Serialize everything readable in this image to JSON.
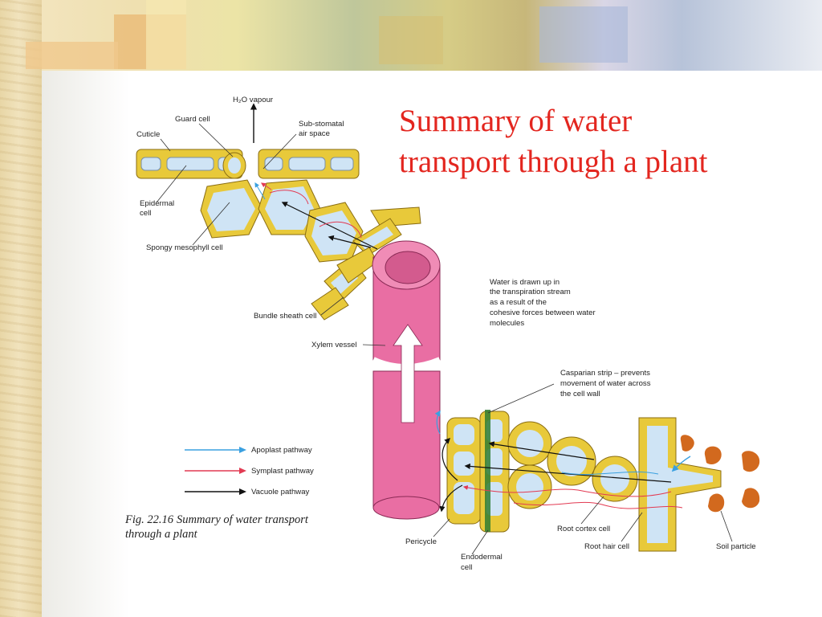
{
  "slide": {
    "title_line1": "Summary of water",
    "title_line2": "transport through a plant"
  },
  "diagram": {
    "labels": {
      "h2o_vapour": "H₂O vapour",
      "guard_cell": "Guard cell",
      "cuticle": "Cuticle",
      "sub_stomatal_1": "Sub-stomatal",
      "sub_stomatal_2": "air space",
      "epidermal_1": "Epidermal",
      "epidermal_2": "cell",
      "spongy_mesophyll": "Spongy mesophyll cell",
      "water_drawn_1": "Water is drawn up in",
      "water_drawn_2": "the transpiration stream",
      "water_drawn_3": "as a result of the",
      "water_drawn_4": "cohesive forces between water",
      "water_drawn_5": "molecules",
      "bundle_sheath": "Bundle sheath cell",
      "xylem_vessel": "Xylem vessel",
      "casparian_1": "Casparian strip – prevents",
      "casparian_2": "movement of water across",
      "casparian_3": "the cell wall",
      "pericycle": "Pericycle",
      "endodermal_1": "Endodermal",
      "endodermal_2": "cell",
      "root_cortex": "Root cortex cell",
      "root_hair": "Root hair cell",
      "soil_particle": "Soil particle"
    },
    "legend": [
      {
        "label": "Apoplast pathway",
        "color": "#3aa0e0"
      },
      {
        "label": "Symplast pathway",
        "color": "#e23a52"
      },
      {
        "label": "Vacuole pathway",
        "color": "#111111"
      }
    ],
    "caption_fig": "Fig. 22.16",
    "caption_line1": "Summary of water transport",
    "caption_line2": "through a plant",
    "colors": {
      "cell_wall": "#e8c93a",
      "cell_wall_edge": "#8a6d12",
      "vacuole": "#cfe4f5",
      "xylem": "#e96ea3",
      "soil": "#d2691e",
      "casparian": "#2e7d32"
    }
  }
}
